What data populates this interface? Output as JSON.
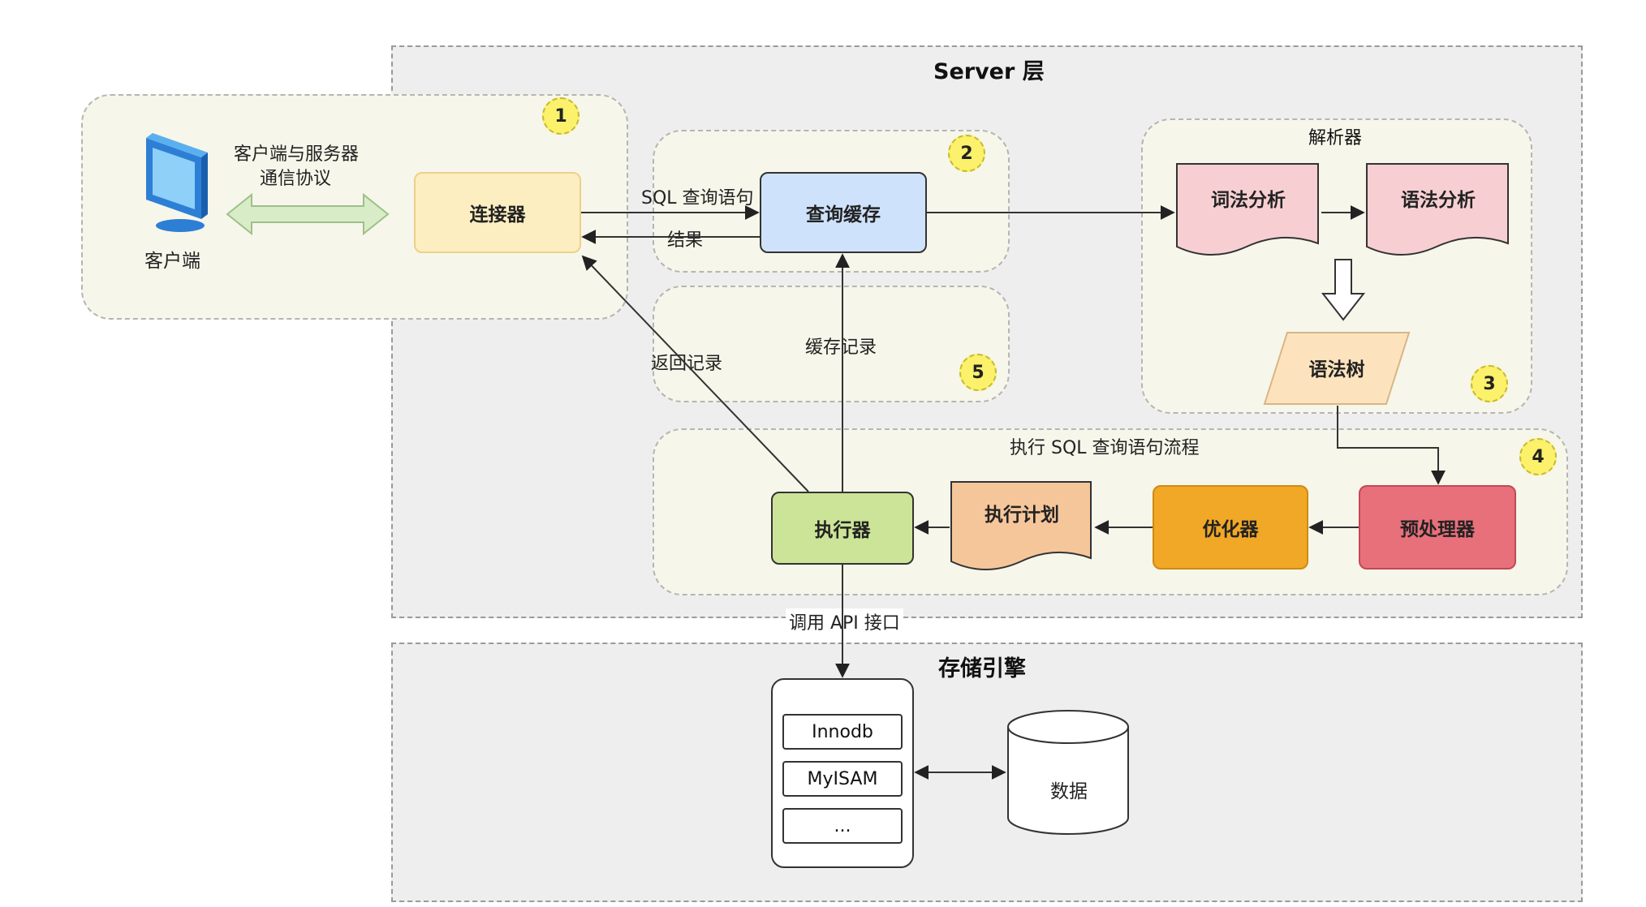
{
  "labels": {
    "server_layer": "Server 层",
    "storage_layer": "存储引擎",
    "client": "客户端",
    "protocol_line1": "客户端与服务器",
    "protocol_line2": "通信协议",
    "connector": "连接器",
    "sql_query": "SQL 查询语句",
    "result": "结果",
    "query_cache": "查询缓存",
    "cache_record": "缓存记录",
    "return_record": "返回记录",
    "parser": "解析器",
    "lexical": "词法分析",
    "syntax": "语法分析",
    "syntax_tree": "语法树",
    "exec_flow": "执行 SQL 查询语句流程",
    "preprocessor": "预处理器",
    "optimizer": "优化器",
    "exec_plan": "执行计划",
    "executor": "执行器",
    "call_api": "调用 API 接口",
    "innodb": "Innodb",
    "myisam": "MyISAM",
    "more": "...",
    "data": "数据"
  },
  "badges": [
    "1",
    "2",
    "3",
    "4",
    "5"
  ],
  "colors": {
    "connector": "#fdeec2",
    "query_cache": "#cfe2fb",
    "lexical": "#f7cfd3",
    "syntax_tree": "#fde3bd",
    "preprocessor": "#e8707a",
    "optimizer": "#f0a826",
    "exec_plan": "#f6c69b",
    "executor": "#cbe497",
    "badge": "#fbf16a",
    "layer_bg": "#eeeeee"
  },
  "icons": {
    "client": "monitor-icon",
    "protocol": "double-arrow-icon",
    "flow": "hollow-down-arrow-icon",
    "data": "database-cylinder-icon"
  }
}
